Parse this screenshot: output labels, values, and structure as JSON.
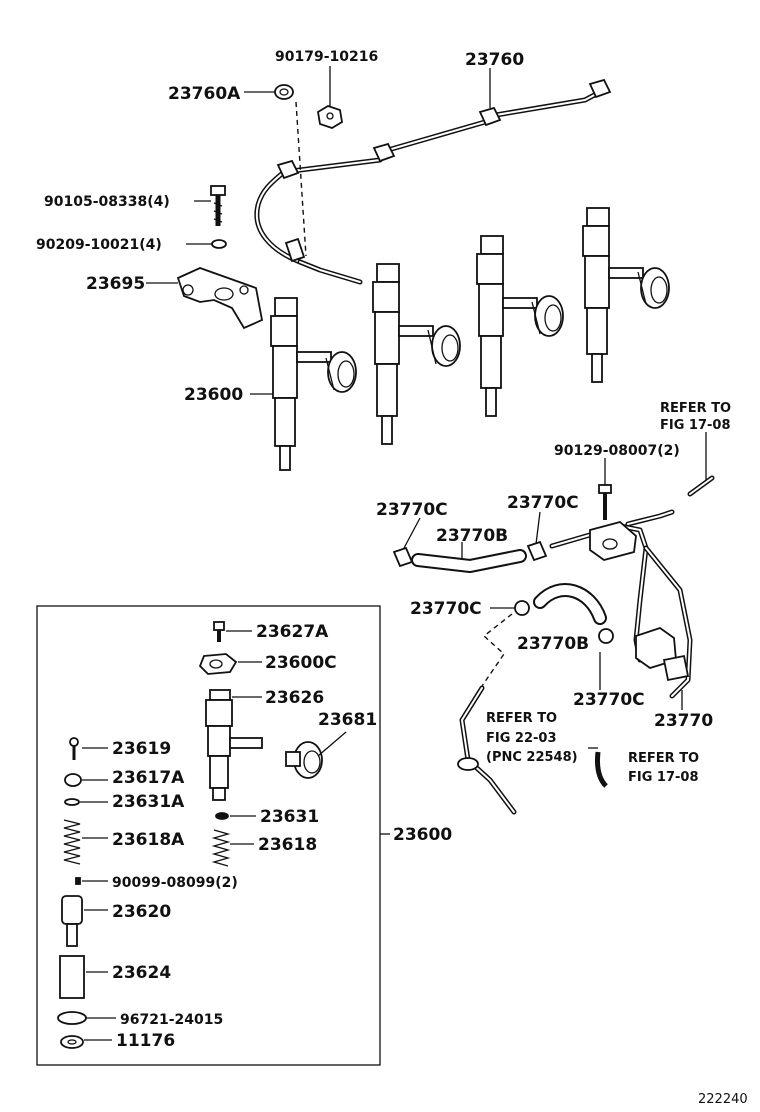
{
  "labels": {
    "p90179": "90179-10216",
    "p23760": "23760",
    "p23760A": "23760A",
    "p90105": "90105-08338(4)",
    "p90209": "90209-10021(4)",
    "p23695": "23695",
    "p23600_top": "23600",
    "refer1708_a_1": "REFER TO",
    "refer1708_a_2": "FIG 17-08",
    "p90129": "90129-08007(2)",
    "p23770C_a": "23770C",
    "p23770C_b": "23770C",
    "p23770B_a": "23770B",
    "p23770C_c": "23770C",
    "p23770B_b": "23770B",
    "p23770C_d": "23770C",
    "p23770": "23770",
    "refer2203_1": "REFER TO",
    "refer2203_2": "FIG 22-03",
    "refer2203_3": "(PNC 22548)",
    "refer1708_b_1": "REFER TO",
    "refer1708_b_2": "FIG 17-08",
    "p23627A": "23627A",
    "p23600C": "23600C",
    "p23626": "23626",
    "p23681": "23681",
    "p23619": "23619",
    "p23617A": "23617A",
    "p23631A": "23631A",
    "p23631": "23631",
    "p23618A": "23618A",
    "p23618": "23618",
    "p23600_box": "23600",
    "p90099": "90099-08099(2)",
    "p23620": "23620",
    "p23624": "23624",
    "p96721": "96721-24015",
    "p11176": "11176",
    "figure_number": "222240"
  }
}
